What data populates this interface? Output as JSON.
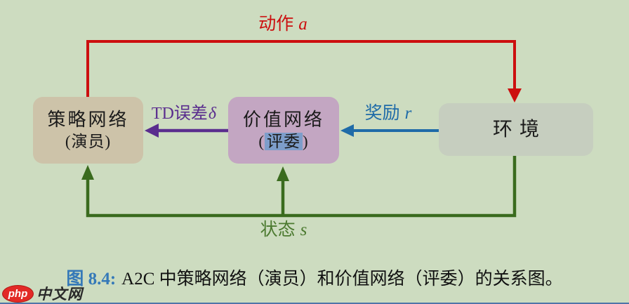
{
  "diagram": {
    "background_color": "#cddcc0",
    "nodes": {
      "policy": {
        "title": "策略网络",
        "subtitle": "(演员)",
        "fill": "#cdc3a9"
      },
      "value": {
        "title": "价值网络",
        "subtitle_prefix": "(",
        "subtitle_highlight": "评委",
        "subtitle_suffix": ")",
        "fill": "#c3a6c2",
        "highlight_color": "#7d9dca"
      },
      "env": {
        "title": "环境",
        "fill": "#c6cebf"
      }
    },
    "edges": {
      "action": {
        "label": "动作",
        "var": "a",
        "color": "#cc0f0f",
        "from": "policy",
        "to": "env"
      },
      "td_error": {
        "label": "TD误差",
        "var": "δ",
        "color": "#5a2d8e",
        "from": "value",
        "to": "policy"
      },
      "reward": {
        "label": "奖励",
        "var": "r",
        "color": "#1f6ba8",
        "from": "env",
        "to": "value"
      },
      "state": {
        "label": "状态",
        "var": "s",
        "color": "#3a6b1e",
        "label_color": "#4c7a30",
        "from": "env",
        "to": "policy,value"
      }
    }
  },
  "caption": {
    "prefix": "图 8.4:",
    "text": "A2C 中策略网络（演员）和价值网络（评委）的关系图。",
    "prefix_color": "#3579b8"
  },
  "watermark": {
    "badge": "php",
    "text": "中文网"
  }
}
